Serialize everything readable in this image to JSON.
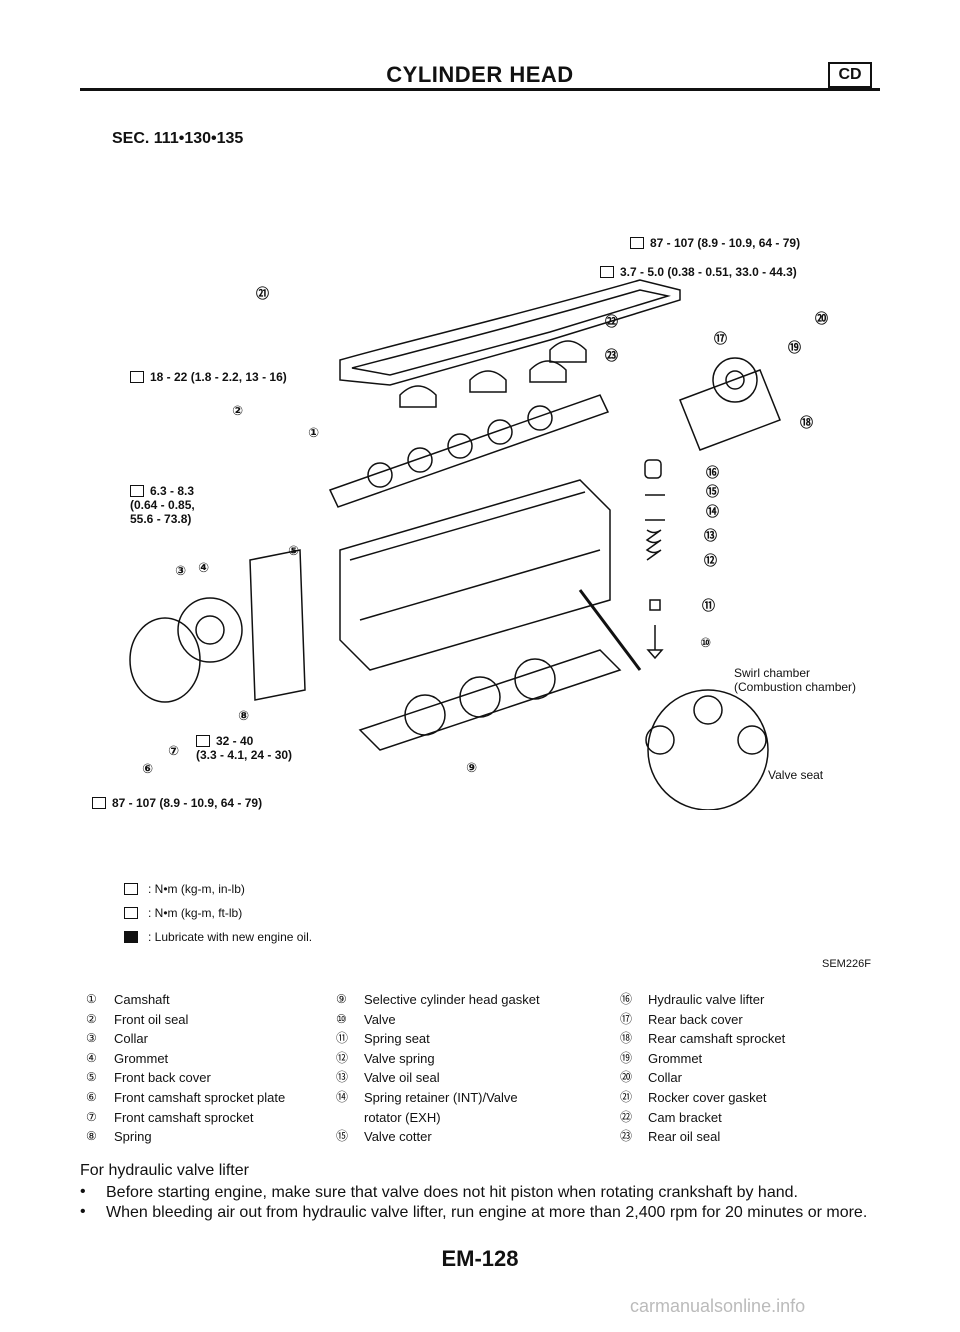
{
  "header": {
    "title": "CYLINDER HEAD",
    "badge": "CD"
  },
  "section": "SEC. 111•130•135",
  "torques": {
    "t1": "87 - 107 (8.9 - 10.9, 64 - 79)",
    "t2": "3.7 - 5.0 (0.38 - 0.51, 33.0 - 44.3)",
    "t3": "18 - 22 (1.8 - 2.2, 13 - 16)",
    "t4": "6.3 - 8.3\n(0.64 - 0.85,\n55.6 - 73.8)",
    "t5": "32 - 40\n(3.3 - 4.1, 24 - 30)",
    "t6": "87 - 107 (8.9 - 10.9, 64 - 79)"
  },
  "callouts": {
    "swirl": "Swirl chamber\n(Combustion chamber)",
    "valve_seat": "Valve seat"
  },
  "legend": [
    {
      "text": ": N•m (kg-m, in-lb)"
    },
    {
      "text": ": N•m (kg-m, ft-lb)"
    },
    {
      "text": ": Lubricate with new engine oil."
    }
  ],
  "figure_code": "SEM226F",
  "parts": {
    "col1": [
      {
        "num": "①",
        "name": "Camshaft"
      },
      {
        "num": "②",
        "name": "Front oil seal"
      },
      {
        "num": "③",
        "name": "Collar"
      },
      {
        "num": "④",
        "name": "Grommet"
      },
      {
        "num": "⑤",
        "name": "Front back cover"
      },
      {
        "num": "⑥",
        "name": "Front camshaft sprocket plate"
      },
      {
        "num": "⑦",
        "name": "Front camshaft sprocket"
      },
      {
        "num": "⑧",
        "name": "Spring"
      }
    ],
    "col2": [
      {
        "num": "⑨",
        "name": "Selective cylinder head gasket"
      },
      {
        "num": "⑩",
        "name": "Valve"
      },
      {
        "num": "⑪",
        "name": "Spring seat"
      },
      {
        "num": "⑫",
        "name": "Valve spring"
      },
      {
        "num": "⑬",
        "name": "Valve oil seal"
      },
      {
        "num": "⑭",
        "name": "Spring retainer (INT)/Valve\nrotator (EXH)"
      },
      {
        "num": "⑮",
        "name": "Valve cotter"
      }
    ],
    "col3": [
      {
        "num": "⑯",
        "name": "Hydraulic valve lifter"
      },
      {
        "num": "⑰",
        "name": "Rear back cover"
      },
      {
        "num": "⑱",
        "name": "Rear camshaft sprocket"
      },
      {
        "num": "⑲",
        "name": "Grommet"
      },
      {
        "num": "⑳",
        "name": "Collar"
      },
      {
        "num": "㉑",
        "name": "Rocker cover gasket"
      },
      {
        "num": "㉒",
        "name": "Cam bracket"
      },
      {
        "num": "㉓",
        "name": "Rear oil seal"
      }
    ]
  },
  "hydraulic_note": {
    "heading": "For hydraulic valve lifter",
    "bullets": [
      "Before starting engine, make sure that valve does not hit piston when rotating crankshaft by hand.",
      "When bleeding air out from hydraulic valve lifter, run engine at more than 2,400 rpm for 20 minutes or more."
    ]
  },
  "page_number": "EM-128",
  "watermark": "carmanualsonline.info",
  "diagram_labels": [
    "㉑",
    "㉒",
    "㉓",
    "⑰",
    "⑱",
    "⑲",
    "⑳",
    "①",
    "②",
    "③",
    "④",
    "⑤",
    "⑥",
    "⑦",
    "⑧",
    "⑨",
    "⑩",
    "⑪",
    "⑫",
    "⑬",
    "⑭",
    "⑮",
    "⑯"
  ]
}
